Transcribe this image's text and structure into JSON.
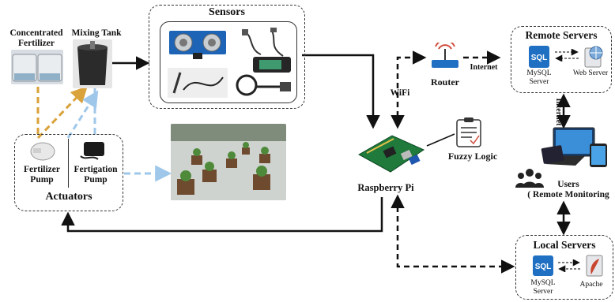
{
  "title": "",
  "components": {
    "concentrated_fertilizer": "Concentrated\nFertilizer",
    "mixing_tank": "Mixing Tank",
    "sensors": "Sensors",
    "actuators": "Actuators",
    "fertilizer_pump": "Fertilizer\nPump",
    "fertigation_pump": "Fertigation\nPump",
    "raspberry_pi": "Raspberry Pi",
    "fuzzy_logic": "Fuzzy Logic",
    "router": "Router",
    "wifi": "WiFi",
    "internet_top": "Internet",
    "internet_side": "Internet",
    "remote_servers": "Remote Servers",
    "local_servers": "Local Servers",
    "users": "Users\n( Remote Monitoring",
    "mysql_server_remote": "MySQL\nServer",
    "web_server": "Web Server",
    "mysql_server_local": "MySQL\nServer",
    "apache": "Apache",
    "sql_icon_text": "SQL"
  },
  "colors": {
    "fertilizer_line": "#d9a23a",
    "fertigation_line": "#9ec7ea",
    "main_line": "#111111",
    "sql_blue": "#1f6fc2"
  }
}
